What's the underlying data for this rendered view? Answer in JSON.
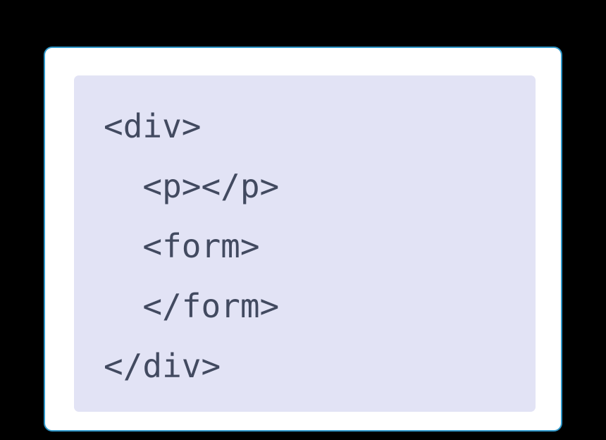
{
  "colors": {
    "page_bg": "#000000",
    "card_bg": "#ffffff",
    "card_border": "#2e97c9",
    "code_bg": "#e2e3f5",
    "code_text": "#424a60"
  },
  "code_block": {
    "language": "html",
    "lines": [
      "<div>",
      "  <p></p>",
      "  <form>",
      "  </form>",
      "</div>"
    ]
  }
}
